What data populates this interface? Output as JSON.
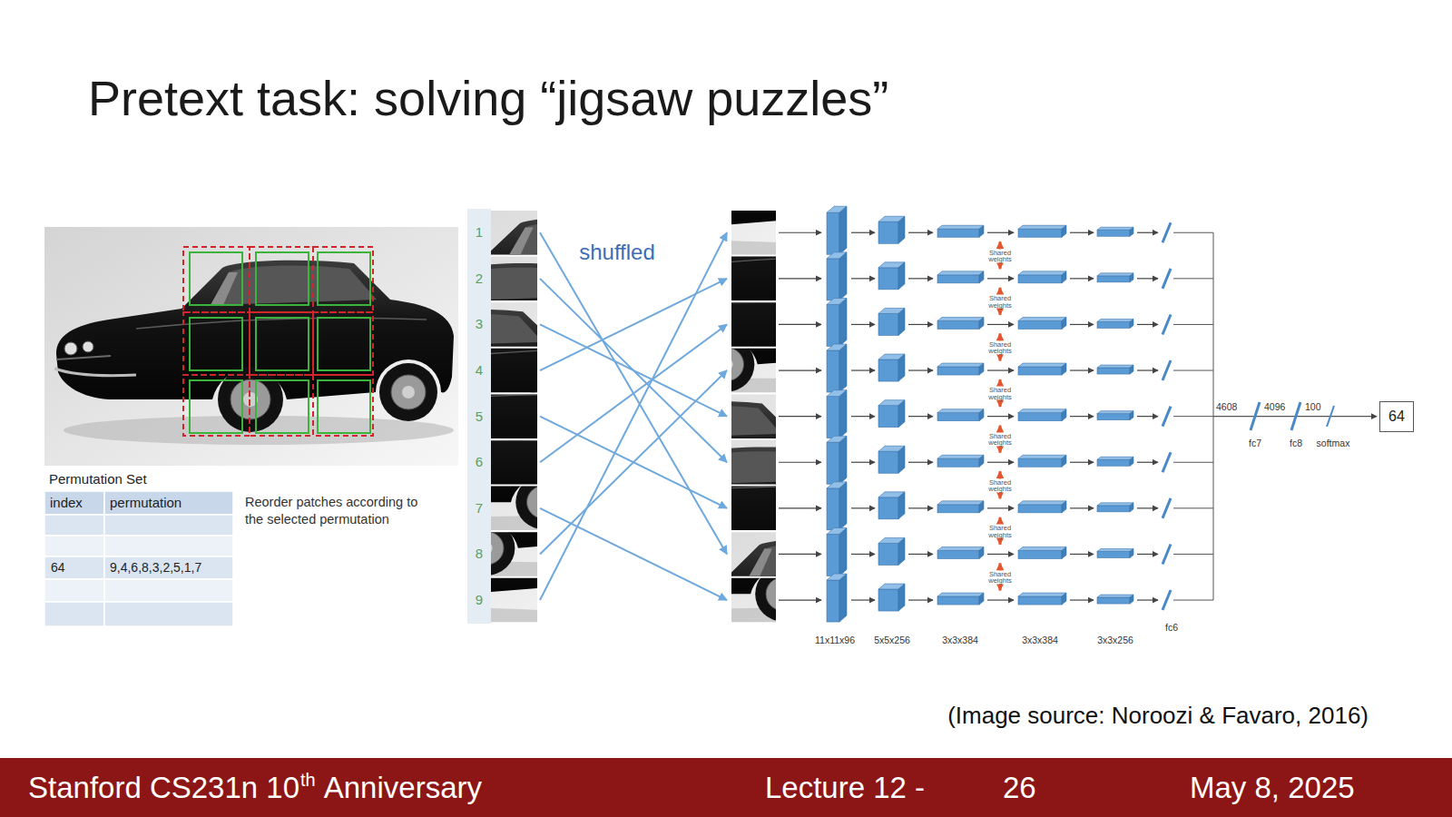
{
  "diagram": {
    "title": "Pretext task: solving “jigsaw puzzles”",
    "caption": "(Image source: Noroozi & Favaro, 2016)",
    "nodes": [
      {
        "text": [
          "64"
        ]
      }
    ],
    "labels": [
      "Permutation Set",
      "index",
      "permutation",
      "64",
      "9,4,6,8,3,2,5,1,7",
      "Reorder patches according to the selected permutation",
      "1",
      "2",
      "3",
      "4",
      "5",
      "6",
      "7",
      "8",
      "9",
      "shuffled",
      "Shared weights",
      "Shared weights",
      "Shared weights",
      "Shared weights",
      "Shared weights",
      "Shared weights",
      "Shared weights",
      "Shared weights",
      "11x11x96",
      "5x5x256",
      "3x3x384",
      "3x3x384",
      "3x3x256",
      "fc6",
      "4608",
      "4096",
      "100",
      "fc7",
      "fc8",
      "softmax",
      "Stanford CS231n 10",
      "th",
      "Anniversary",
      "Lecture 12 -",
      "26",
      "May 8, 2025"
    ]
  }
}
